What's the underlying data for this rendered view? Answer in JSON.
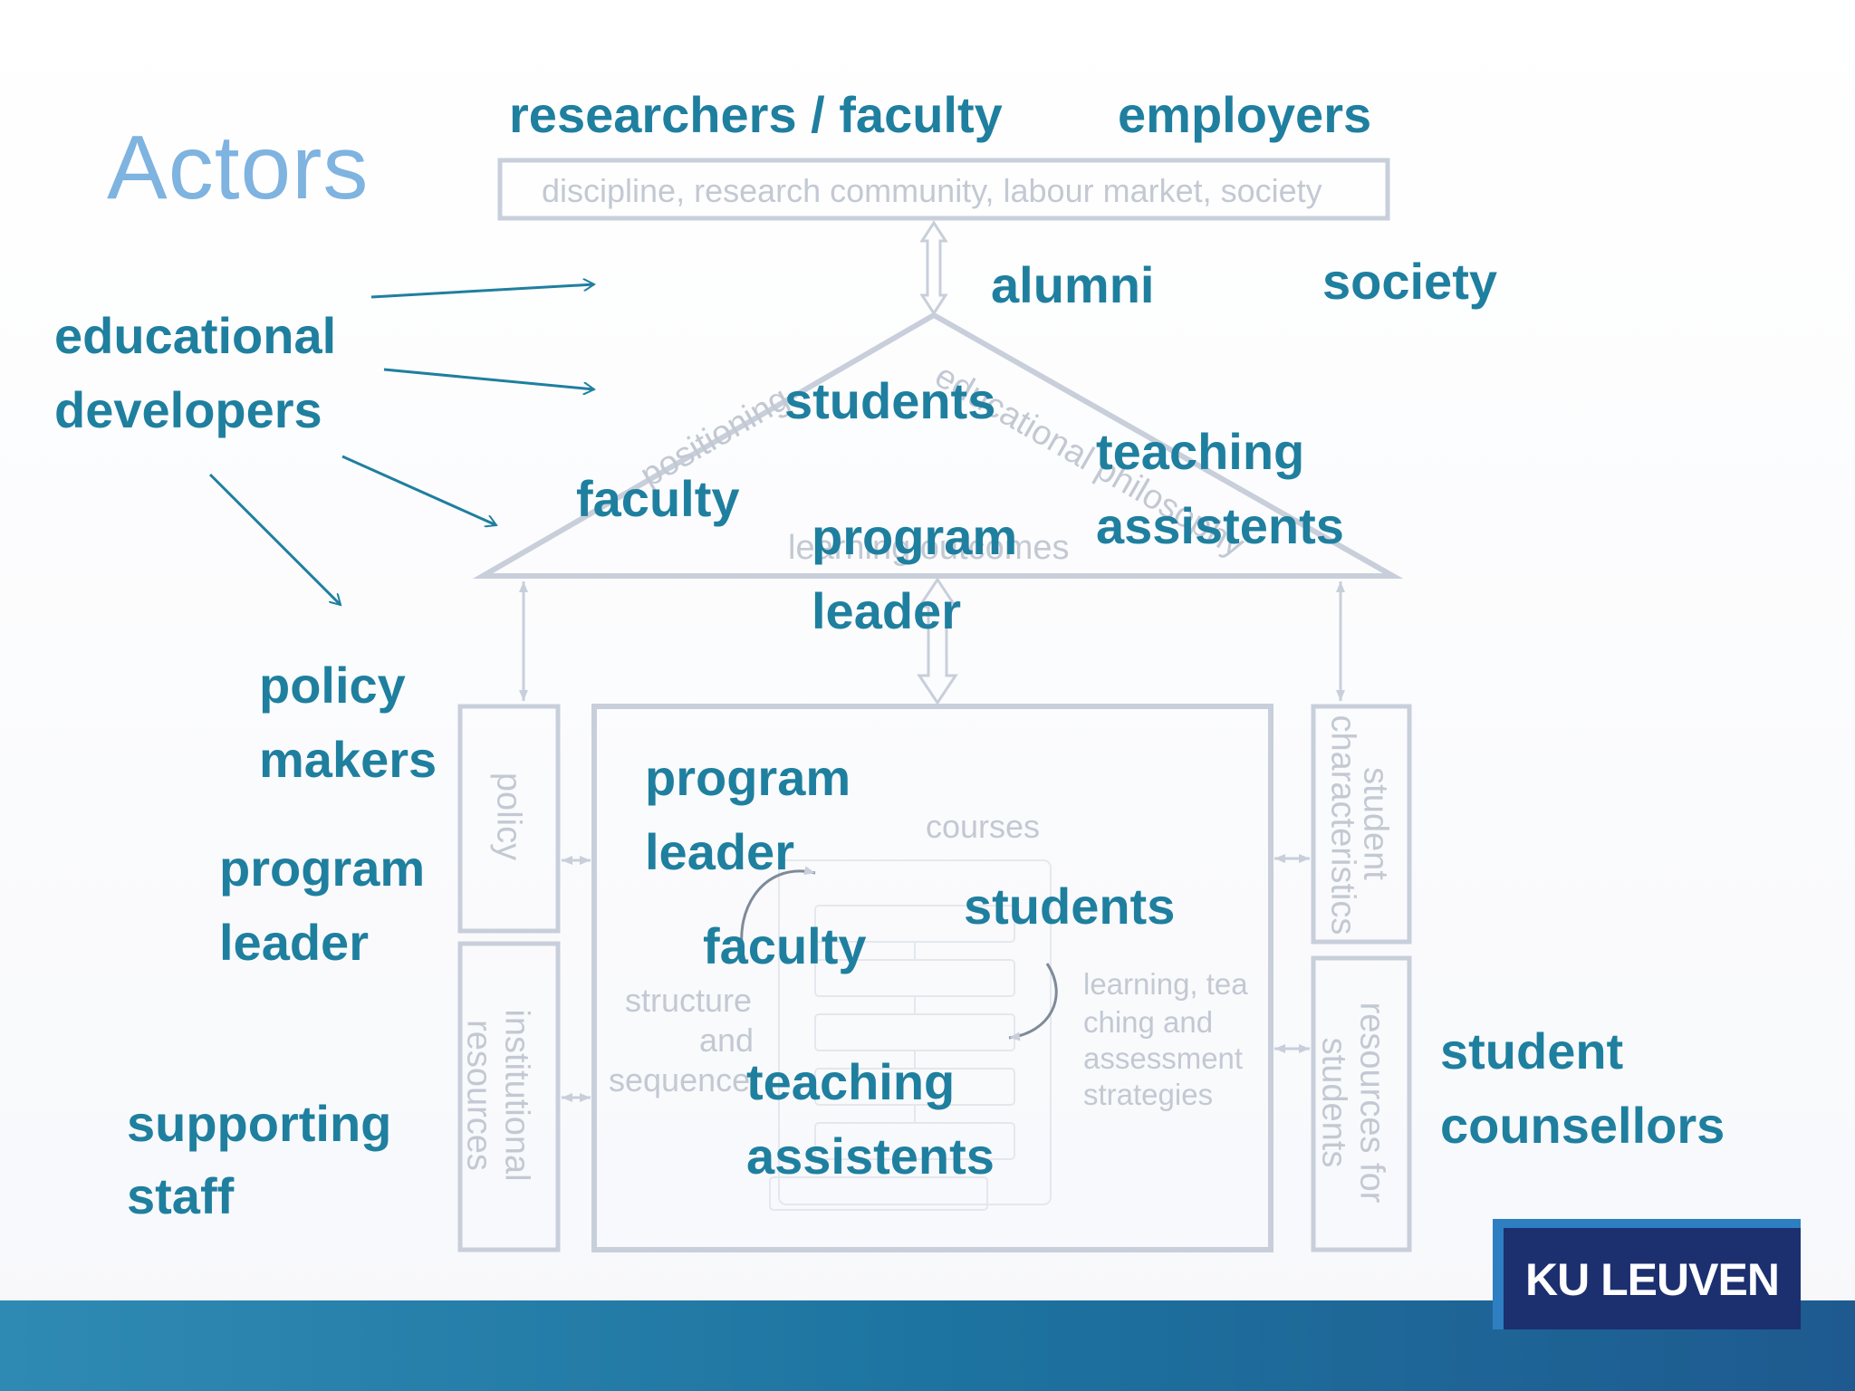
{
  "title": "Actors",
  "top_box_text": "discipline, research community, labour market, society",
  "roof": {
    "left_label": "positioning",
    "right_label": "educational philosophy",
    "base_label": "learning outcomes"
  },
  "side_boxes": {
    "policy": "policy",
    "institutional_resources": [
      "institutional",
      "resources"
    ],
    "student_characteristics": [
      "student",
      "characteristics"
    ],
    "resources_for_students": [
      "resources for",
      "students"
    ]
  },
  "main_box": {
    "courses": "courses",
    "structure": [
      "structure",
      "and",
      "sequence"
    ],
    "strategies": [
      "learning, tea",
      "ching and",
      "assessment",
      "strategies"
    ]
  },
  "actors": {
    "researchers": "researchers / faculty",
    "employers": "employers",
    "alumni": "alumni",
    "society": "society",
    "edu_dev_1": "educational",
    "edu_dev_2": "developers",
    "roof_students": "students",
    "roof_faculty": "faculty",
    "roof_ta_1": "teaching",
    "roof_ta_2": "assistents",
    "roof_pl_1": "program",
    "roof_pl_2": "leader",
    "policy_makers_1": "policy",
    "policy_makers_2": "makers",
    "left_pl_1": "program",
    "left_pl_2": "leader",
    "supporting_1": "supporting",
    "supporting_2": "staff",
    "box_pl_1": "program",
    "box_pl_2": "leader",
    "box_faculty": "faculty",
    "box_students": "students",
    "box_ta_1": "teaching",
    "box_ta_2": "assistents",
    "counsellors_1": "student",
    "counsellors_2": "counsellors"
  },
  "logo": "KU LEUVEN",
  "colors": {
    "actor_text": "#1f7f9f",
    "title": "#7fb3e0",
    "faded_lines": "#c8cfdb",
    "bottom_bar": "#1d74a0",
    "logo_bg": "#1c2f6f"
  }
}
